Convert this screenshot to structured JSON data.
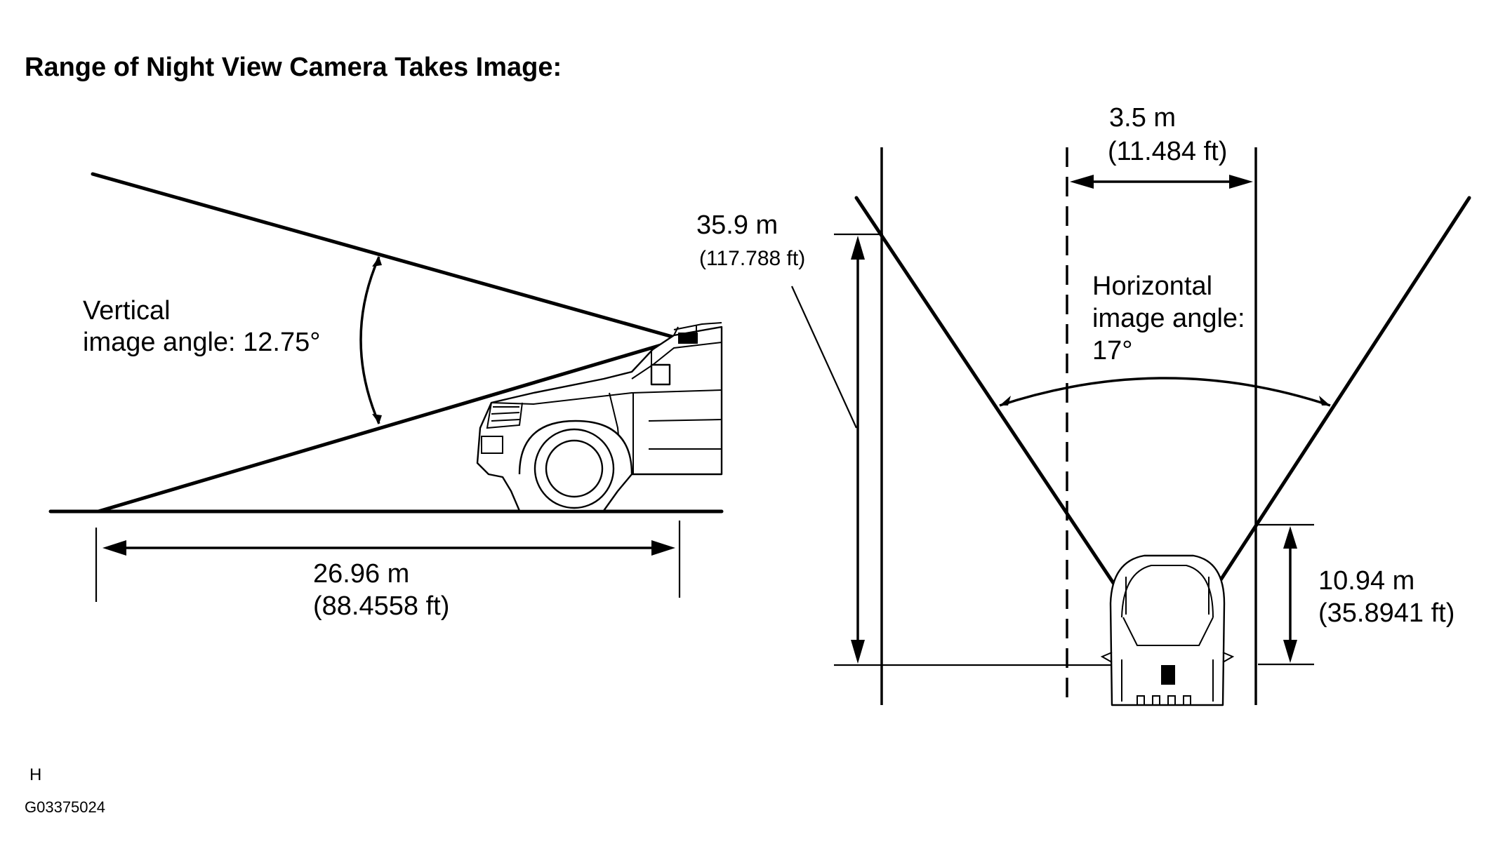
{
  "title": "Range of Night View Camera Takes Image:",
  "side_view": {
    "angle_label_line1": "Vertical",
    "angle_label_line2": "image angle: 12.75°",
    "distance_m": "26.96 m",
    "distance_ft": "(88.4558 ft)"
  },
  "top_view": {
    "far_distance_m": "35.9 m",
    "far_distance_ft": "(117.788 ft)",
    "width_m": "3.5 m",
    "width_ft": "(11.484 ft)",
    "angle_line1": "Horizontal",
    "angle_line2": "image angle:",
    "angle_line3": "17°",
    "near_distance_m": "10.94 m",
    "near_distance_ft": "(35.8941 ft)"
  },
  "footer": {
    "ref_letter": "H",
    "figure_code": "G03375024"
  }
}
